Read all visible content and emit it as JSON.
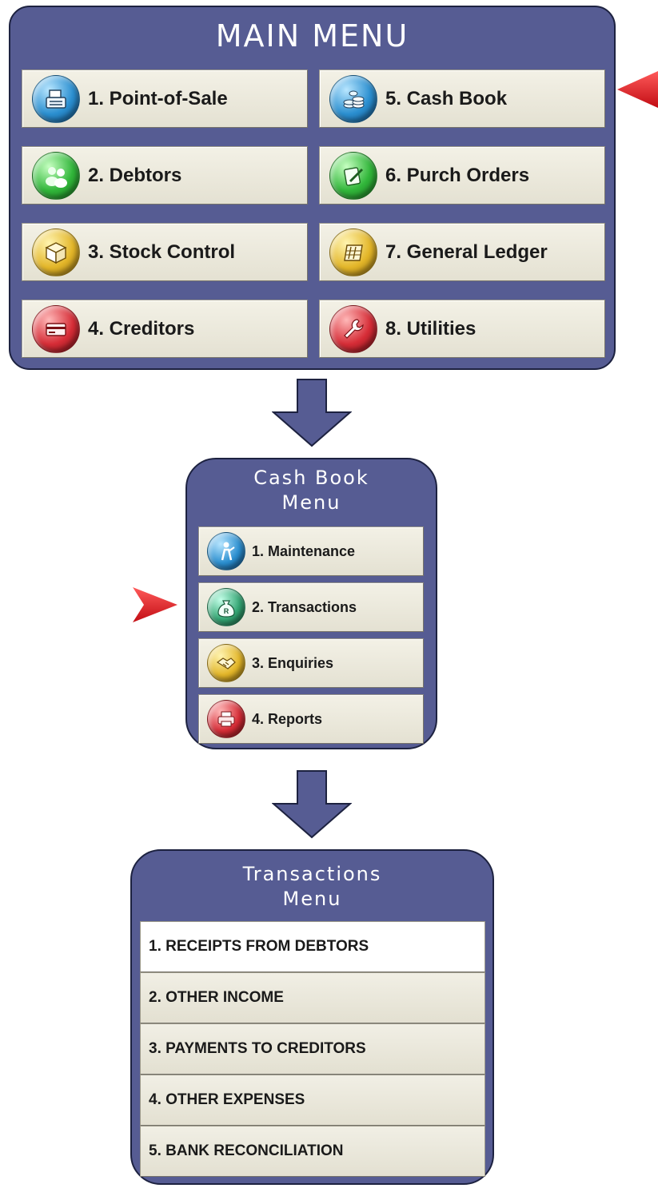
{
  "main_menu": {
    "title": "MAIN MENU",
    "items": [
      {
        "label": "1. Point-of-Sale",
        "icon": "cash-register-icon",
        "color": "#2b8fd0"
      },
      {
        "label": "2. Debtors",
        "icon": "people-icon",
        "color": "#31b63a"
      },
      {
        "label": "3. Stock Control",
        "icon": "box-icon",
        "color": "#e3b629"
      },
      {
        "label": "4. Creditors",
        "icon": "credit-card-icon",
        "color": "#d62d37"
      },
      {
        "label": "5. Cash Book",
        "icon": "coins-icon",
        "color": "#2b8fd0"
      },
      {
        "label": "6. Purch Orders",
        "icon": "notepad-pen-icon",
        "color": "#31b63a"
      },
      {
        "label": "7. General Ledger",
        "icon": "ledger-icon",
        "color": "#e3b629"
      },
      {
        "label": "8. Utilities",
        "icon": "wrench-icon",
        "color": "#d62d37"
      }
    ],
    "selected": "5. Cash Book"
  },
  "cash_book_menu": {
    "title_line1": "Cash Book",
    "title_line2": "Menu",
    "items": [
      {
        "label": "1. Maintenance",
        "icon": "worker-icon",
        "color": "#2b8fd0"
      },
      {
        "label": "2. Transactions",
        "icon": "money-bag-icon",
        "color": "#35a775"
      },
      {
        "label": "3. Enquiries",
        "icon": "handshake-icon",
        "color": "#e3b629"
      },
      {
        "label": "4. Reports",
        "icon": "printer-icon",
        "color": "#d62d37"
      }
    ],
    "selected": "2. Transactions"
  },
  "transactions_menu": {
    "title_line1": "Transactions",
    "title_line2": "Menu",
    "items": [
      {
        "label": "1. RECEIPTS FROM DEBTORS"
      },
      {
        "label": "2. OTHER INCOME"
      },
      {
        "label": "3. PAYMENTS TO CREDITORS"
      },
      {
        "label": "4. OTHER EXPENSES"
      },
      {
        "label": "5. BANK RECONCILIATION"
      }
    ],
    "selected": "1. RECEIPTS FROM DEBTORS"
  },
  "colors": {
    "panel_bg": "#565c93",
    "panel_border": "#1d2240",
    "arrow": "#565c93",
    "pointer": "#e8141c"
  }
}
